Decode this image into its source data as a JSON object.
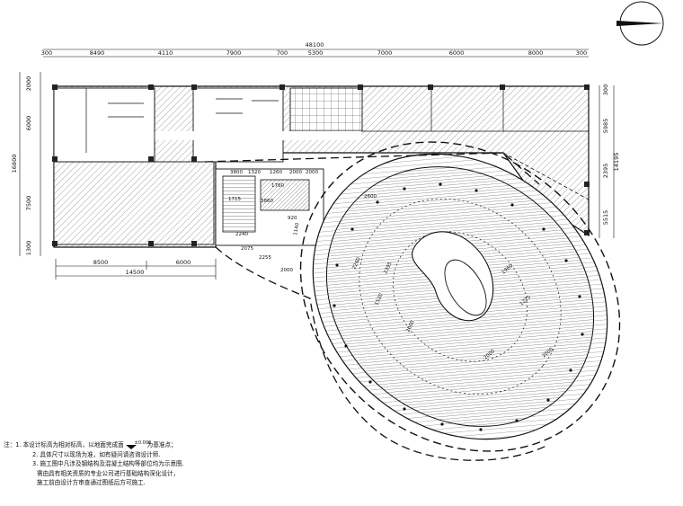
{
  "north_arrow": {
    "icon": "north-arrow-icon"
  },
  "dimensions": {
    "overall_width": "48100",
    "top_segments": [
      "300",
      "8490",
      "4110",
      "7900",
      "700",
      "5300",
      "7000",
      "6000",
      "8000",
      "300"
    ],
    "left_segments": [
      "2000",
      "6000",
      "7500",
      "1300"
    ],
    "left_total": "16800",
    "bottom_segments": [
      "8500",
      "6000"
    ],
    "bottom_total": "14500",
    "right_segments": [
      "300",
      "5985",
      "2395",
      "5515"
    ],
    "right_total": "14195"
  },
  "interior_labels": [
    "3800",
    "2600",
    "1320",
    "1260",
    "2000",
    "1715",
    "2240",
    "2000",
    "1760",
    "3860",
    "2075",
    "2255",
    "1140",
    "920",
    "2000",
    "2260",
    "2395",
    "1520",
    "2000",
    "1960",
    "1225",
    "2000",
    "2000"
  ],
  "notes": {
    "prefix": "注：",
    "line1a": "1. 本设计标高为相对标高，以地面完成面",
    "level_mark": "±0.000",
    "line1b": "为基准点；",
    "line2": "2. 具体尺寸以现场为准，如有疑问请咨询设计师.",
    "line3": "3. 施工图中凡涉及钢结构及混凝土结构等部位均为示意图.",
    "line4": "需由具有相关资质的专业公司进行基础结构深化设计，",
    "line5": "施工前由设计方审查通过图纸后方可施工."
  }
}
